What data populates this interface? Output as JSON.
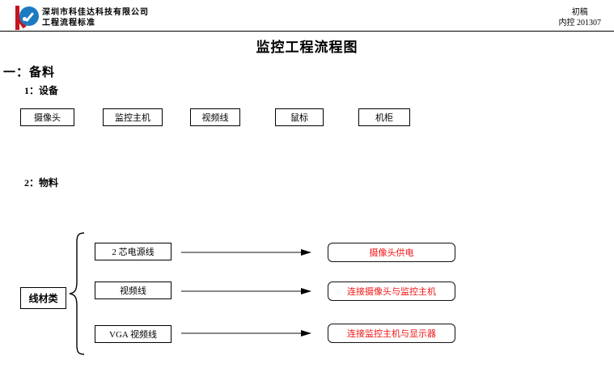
{
  "header": {
    "company_name": "深圳市科佳达科技有限公司",
    "standard_label": "工程流程标准",
    "draft_label": "初稿",
    "control_number": "内控 201307"
  },
  "title": "监控工程流程图",
  "sections": {
    "prepare": "一：备料",
    "equipment_label": "1：设备",
    "material_label": "2：物料"
  },
  "equipment": {
    "boxes": [
      "摄像头",
      "监控主机",
      "视频线",
      "鼠标",
      "机柜"
    ]
  },
  "materials": {
    "category_label": "线材类",
    "rows": [
      {
        "source": "2 芯电源线",
        "purpose": "摄像头供电"
      },
      {
        "source": "视频线",
        "purpose": "连接摄像头与监控主机"
      },
      {
        "source": "VGA 视频线",
        "purpose": "连接监控主机与显示器"
      }
    ]
  },
  "colors": {
    "accent_red": "#f01414",
    "logo_red": "#c41420",
    "logo_blue": "#1b7bc0",
    "line_black": "#000000"
  }
}
